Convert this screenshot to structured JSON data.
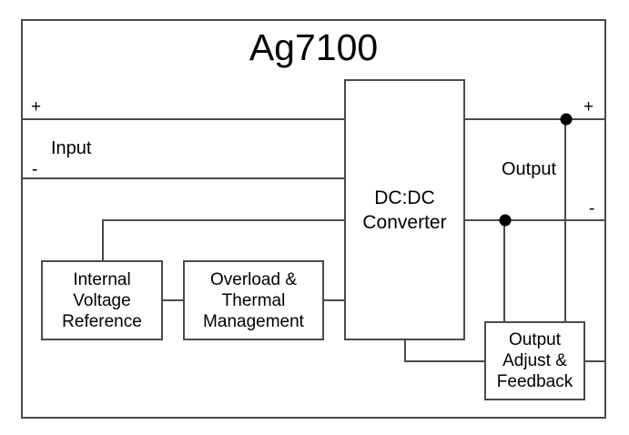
{
  "title": "Ag7100",
  "labels": {
    "input": "Input",
    "output": "Output",
    "input_plus": "+",
    "input_minus": "-",
    "output_plus": "+",
    "output_minus": "-"
  },
  "blocks": {
    "dcdc": {
      "lines": [
        "DC:DC",
        "Converter"
      ]
    },
    "ivr": {
      "lines": [
        "Internal",
        "Voltage",
        "Reference"
      ]
    },
    "otm": {
      "lines": [
        "Overload &",
        "Thermal",
        "Management"
      ]
    },
    "oaf": {
      "lines": [
        "Output",
        "Adjust &",
        "Feedback"
      ]
    }
  },
  "colors": {
    "line": "#4a4a4a",
    "text": "#000000",
    "dot": "#000000",
    "background": "#ffffff"
  }
}
